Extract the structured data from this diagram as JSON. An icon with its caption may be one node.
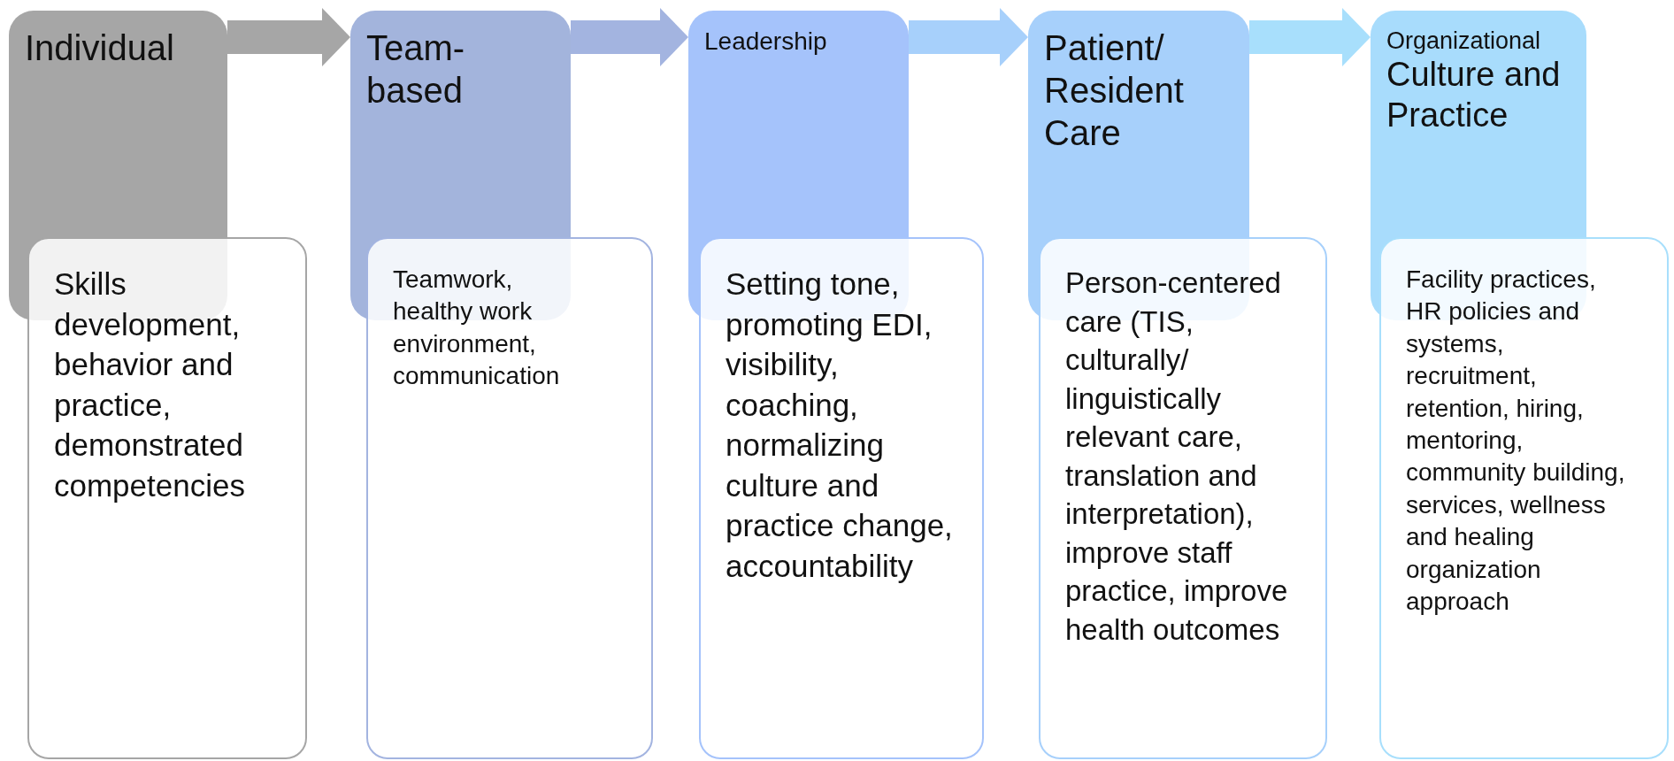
{
  "diagram": {
    "nodes": [
      {
        "text": [
          "Individual"
        ]
      },
      {
        "text": [
          "Skills development, behavior and practice, demonstrated competencies"
        ]
      },
      {
        "text": [
          "Team-based"
        ]
      },
      {
        "text": [
          "Teamwork, healthy work environment, communication"
        ]
      },
      {
        "text": [
          "Leadership"
        ]
      },
      {
        "text": [
          "Setting tone, promoting EDI, visibility, coaching, normalizing culture and practice change, accountability"
        ]
      },
      {
        "text": [
          "Patient/ Resident Care"
        ]
      },
      {
        "text": [
          "Person-centered care (TIS, culturally/ linguistically relevant care, translation and interpretation), improve staff practice, improve health outcomes"
        ]
      },
      {
        "text": [
          "Organizational",
          "Culture and Practice"
        ]
      },
      {
        "text": [
          "Facility practices, HR policies and systems, recruitment, retention, hiring, mentoring, community building, services, wellness and healing organization approach"
        ]
      }
    ],
    "edges": [
      {
        "from": 0,
        "to": 2,
        "arrow": "to",
        "color": "#a6a6a6"
      },
      {
        "from": 2,
        "to": 4,
        "arrow": "to",
        "color": "#a3b4e0"
      },
      {
        "from": 4,
        "to": 6,
        "arrow": "to",
        "color": "#a7d0fb"
      },
      {
        "from": 6,
        "to": 8,
        "arrow": "to",
        "color": "#a8dffc"
      }
    ]
  }
}
